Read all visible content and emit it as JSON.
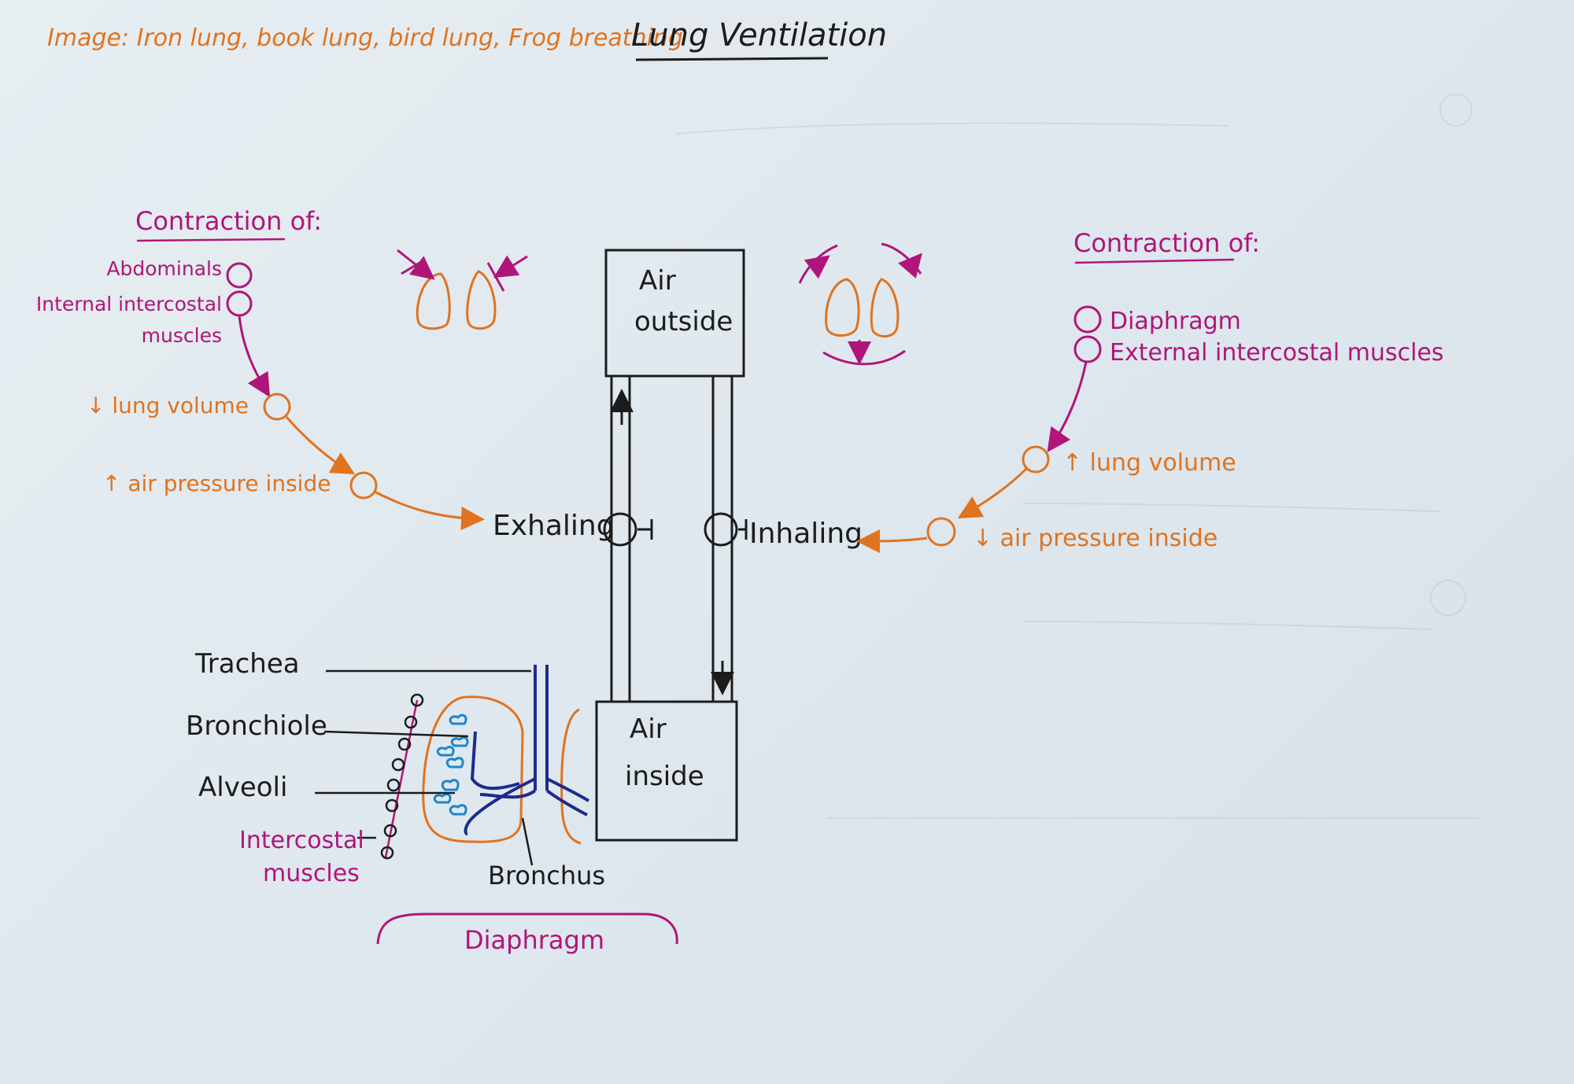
{
  "title": "Lung Ventilation",
  "image_note": "Image: Iron lung, book lung, bird lung, Frog breathing",
  "colors": {
    "black": "#1c1c1c",
    "purple": "#b0157a",
    "orange": "#e0731f",
    "navy": "#1c2c8c",
    "light_blue": "#1f86c8"
  },
  "exhale_side": {
    "heading": "Contraction of:",
    "muscles": [
      "Abdominals",
      "Internal intercostal",
      "muscles"
    ],
    "step1": "↓ lung volume",
    "step2": "↑ air pressure inside",
    "result": "Exhaling"
  },
  "inhale_side": {
    "heading": "Contraction of:",
    "muscles": [
      "Diaphragm",
      "External intercostal muscles"
    ],
    "step1": "↑ lung volume",
    "step2": "↓ air pressure inside",
    "result": "Inhaling"
  },
  "boxes": {
    "outside": [
      "Air",
      "outside"
    ],
    "inside": [
      "Air",
      "inside"
    ]
  },
  "anatomy": {
    "trachea": "Trachea",
    "bronchiole": "Bronchiole",
    "alveoli": "Alveoli",
    "intercostal": [
      "Intercostal",
      "muscles"
    ],
    "bronchus": "Bronchus",
    "diaphragm": "Diaphragm"
  }
}
